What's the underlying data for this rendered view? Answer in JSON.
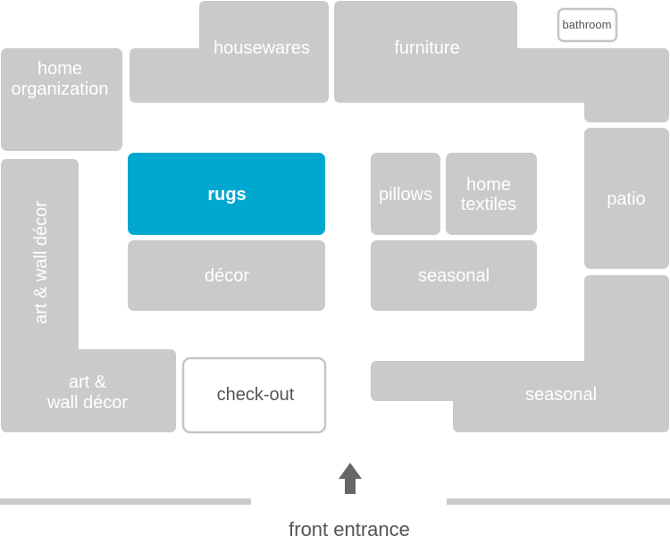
{
  "zones": {
    "housewares": "housewares",
    "furniture": "furniture",
    "bathroom": "bathroom",
    "home_organization": [
      "home",
      "organization"
    ],
    "art_wall_decor_vertical": "art & wall décor",
    "art_wall_decor_corner": [
      "art &",
      "wall décor"
    ],
    "rugs": "rugs",
    "decor": "décor",
    "pillows": "pillows",
    "home_textiles": [
      "home",
      "textiles"
    ],
    "seasonal_center": "seasonal",
    "patio": "patio",
    "checkout": "check-out",
    "seasonal_corner": "seasonal"
  },
  "entrance": {
    "label": "front entrance"
  },
  "colors": {
    "zone": "#c9cacc",
    "highlight": "#00a7cf",
    "text": "#ffffff",
    "dark_text": "#555555"
  }
}
